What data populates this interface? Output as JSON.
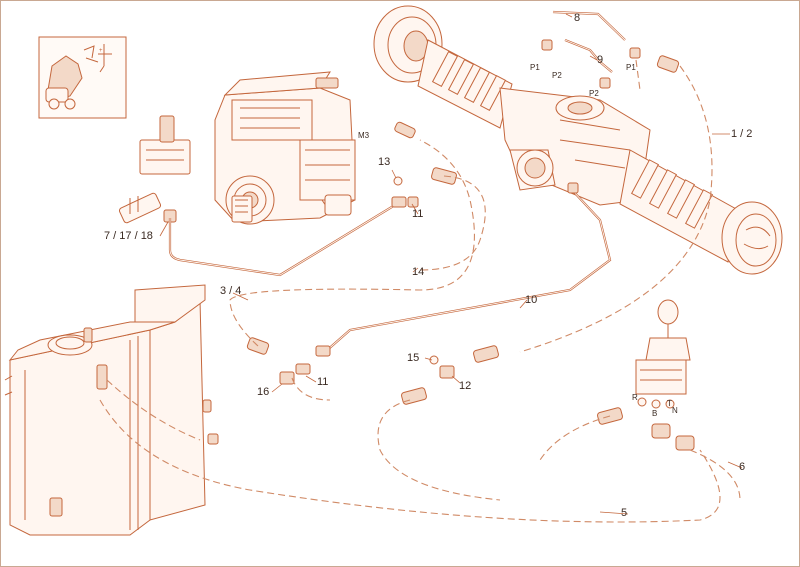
{
  "colors": {
    "line": "#c4673d",
    "fill": "#fff6f0",
    "text": "#3a2a22"
  },
  "callouts": {
    "c1_2": "1 / 2",
    "c3_4": "3 / 4",
    "c5": "5",
    "c6": "6",
    "c7_17_18": "7 / 17 / 18",
    "c8": "8",
    "c9": "9",
    "c10": "10",
    "c11a": "11",
    "c11b": "11",
    "c12": "12",
    "c13": "13",
    "c14": "14",
    "c15": "15",
    "c16": "16"
  },
  "port_labels": {
    "p1a": "P1",
    "p2a": "P2",
    "p1b": "P1",
    "p2b": "P2",
    "m3": "M3",
    "r": "R",
    "b": "B",
    "t": "T",
    "n": "N"
  }
}
